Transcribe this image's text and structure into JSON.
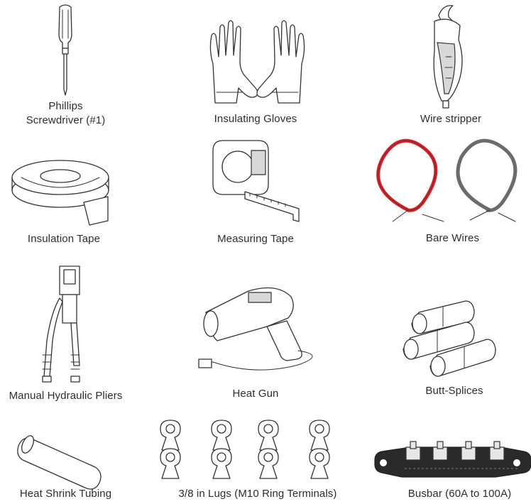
{
  "items": [
    {
      "id": "screwdriver",
      "label_lines": [
        "Phillips",
        "Screwdriver (#1)"
      ],
      "icon": "screwdriver-icon"
    },
    {
      "id": "gloves",
      "label_lines": [
        "Insulating Gloves"
      ],
      "icon": "gloves-icon"
    },
    {
      "id": "stripper",
      "label_lines": [
        "Wire stripper"
      ],
      "icon": "wire-stripper-icon"
    },
    {
      "id": "tape",
      "label_lines": [
        "Insulation Tape"
      ],
      "icon": "insulation-tape-icon"
    },
    {
      "id": "measure",
      "label_lines": [
        "Measuring Tape"
      ],
      "icon": "measuring-tape-icon"
    },
    {
      "id": "wires",
      "label_lines": [
        "Bare Wires"
      ],
      "icon": "bare-wires-icon"
    },
    {
      "id": "pliers",
      "label_lines": [
        "Manual Hydraulic Pliers"
      ],
      "icon": "hydraulic-pliers-icon"
    },
    {
      "id": "heatgun",
      "label_lines": [
        "Heat Gun"
      ],
      "icon": "heat-gun-icon"
    },
    {
      "id": "splices",
      "label_lines": [
        "Butt-Splices"
      ],
      "icon": "butt-splices-icon"
    },
    {
      "id": "shrink",
      "label_lines": [
        "Heat Shrink Tubing"
      ],
      "icon": "heat-shrink-tubing-icon"
    },
    {
      "id": "lugs",
      "label_lines": [
        "3/8 in Lugs (M10 Ring Terminals)"
      ],
      "icon": "ring-terminal-lugs-icon"
    },
    {
      "id": "busbar",
      "label_lines": [
        "Busbar (60A to 100A)"
      ],
      "icon": "busbar-icon"
    }
  ],
  "colors": {
    "wire_red": "#d4242b",
    "wire_black": "#6b6b6b",
    "line": "#333333"
  }
}
